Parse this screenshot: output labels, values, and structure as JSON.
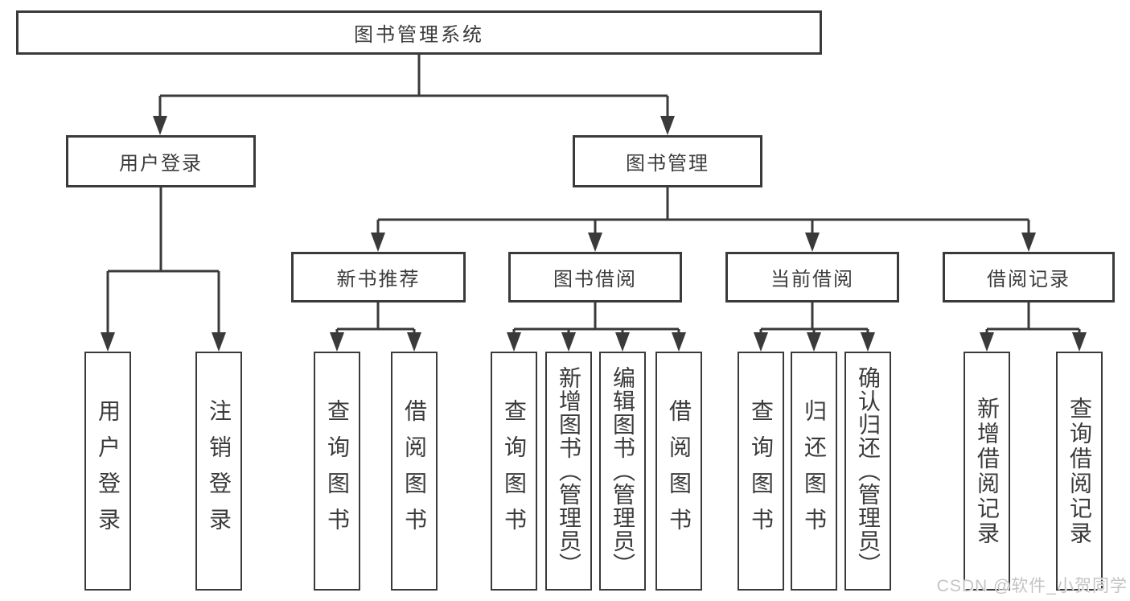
{
  "colors": {
    "line": "#3a3a3a",
    "text": "#3b3b3b",
    "background": "#ffffff",
    "watermark": "#c4c4c4"
  },
  "watermark": {
    "text": "CSDN @软件_小贺同学"
  },
  "diagram": {
    "root": {
      "label": "图书管理系统"
    },
    "branches": [
      {
        "label": "用户登录",
        "children": [
          {
            "label": "用户登录"
          },
          {
            "label": "注销登录"
          }
        ]
      },
      {
        "label": "图书管理",
        "groups": [
          {
            "label": "新书推荐",
            "children": [
              {
                "label": "查询图书"
              },
              {
                "label": "借阅图书"
              }
            ]
          },
          {
            "label": "图书借阅",
            "children": [
              {
                "label": "查询图书"
              },
              {
                "label": "新增图书（管理员）"
              },
              {
                "label": "编辑图书（管理员）"
              },
              {
                "label": "借阅图书"
              }
            ]
          },
          {
            "label": "当前借阅",
            "children": [
              {
                "label": "查询图书"
              },
              {
                "label": "归还图书"
              },
              {
                "label": "确认归还（管理员）"
              }
            ]
          },
          {
            "label": "借阅记录",
            "children": [
              {
                "label": "新增借阅记录"
              },
              {
                "label": "查询借阅记录"
              }
            ]
          }
        ]
      }
    ]
  }
}
